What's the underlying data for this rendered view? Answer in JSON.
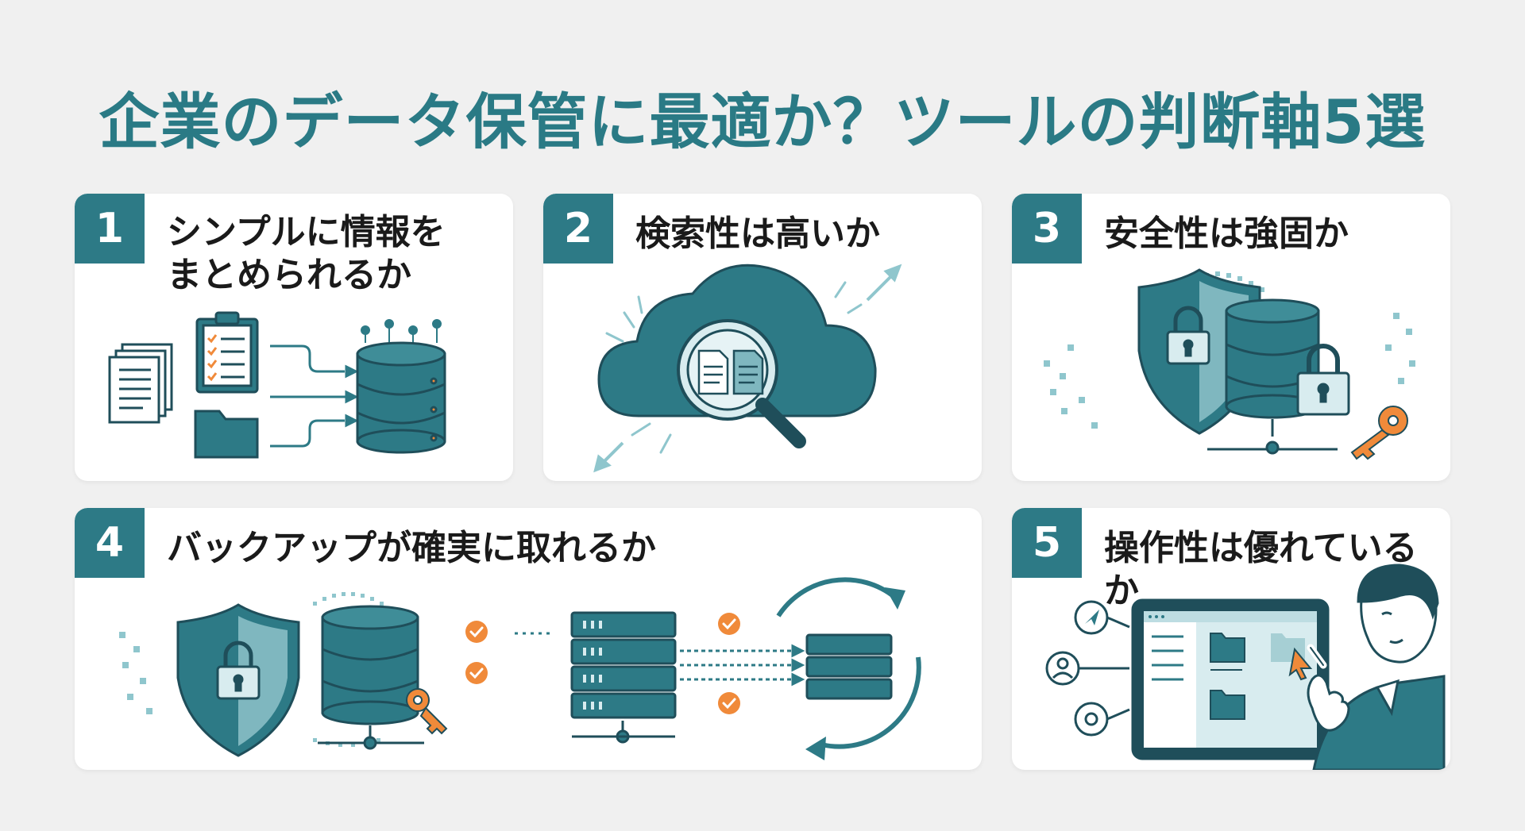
{
  "title": "企業のデータ保管に最適か？ツールの判断軸5選",
  "cards": [
    {
      "number": "1",
      "line1": "シンプルに情報を",
      "line2": "まとめられるか"
    },
    {
      "number": "2",
      "title": "検索性は高いか"
    },
    {
      "number": "3",
      "title": "安全性は強固か"
    },
    {
      "number": "4",
      "title": "バックアップが確実に取れるか"
    },
    {
      "number": "5",
      "title": "操作性は優れているか"
    }
  ],
  "colors": {
    "primary": "#2d7a86",
    "title": "#2a7a85",
    "accent_orange": "#f08a3a",
    "background": "#f0f0f0",
    "card": "#ffffff"
  }
}
